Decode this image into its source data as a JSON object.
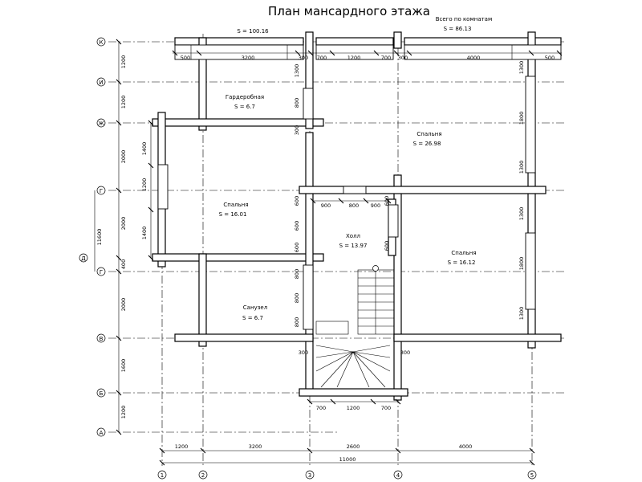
{
  "title": "План мансардного этажа",
  "area_total": "S  =  100.16",
  "area_rooms_label": "Всего по комнатам",
  "area_rooms": "S  =  86.13",
  "rooms": [
    {
      "name": "Гардеробная",
      "area": "S  =  6.7"
    },
    {
      "name": "Спальня",
      "area": "S  =  26.98"
    },
    {
      "name": "Спальня",
      "area": "S  =  16.01"
    },
    {
      "name": "Холл",
      "area": "S  =  13.97"
    },
    {
      "name": "Спальня",
      "area": "S  =  16.12"
    },
    {
      "name": "Санузел",
      "area": "S  =  6.7"
    }
  ],
  "axes_letters": [
    "К",
    "И",
    "Ж",
    "Г",
    "Г",
    "В",
    "Б",
    "А"
  ],
  "axes_numbers": [
    "1",
    "2",
    "3",
    "4",
    "5"
  ],
  "axis_left_label": "Д",
  "dims_top": [
    "500",
    "3200",
    "300",
    "700",
    "1200",
    "700",
    "300",
    "4000",
    "500"
  ],
  "dims_left": [
    "1200",
    "1200",
    "2000",
    "2000",
    "400",
    "2000",
    "1600",
    "1200"
  ],
  "dim_left_total": "11600",
  "dims_left_inner": [
    "1400",
    "1200",
    "1400"
  ],
  "dims_bottom": [
    "1200",
    "3200",
    "2600",
    "4000"
  ],
  "dim_bottom_total": "11000",
  "dims_hall_top": [
    "900",
    "800",
    "900"
  ],
  "dims_stair_bottom": [
    "700",
    "1200",
    "700"
  ],
  "dims_stair_sides": [
    "300",
    "300"
  ],
  "dims_wall_c3": [
    "1300",
    "800",
    "300",
    "600",
    "600",
    "600",
    "800",
    "800",
    "800"
  ],
  "dims_wall_c4": [
    "600",
    "600"
  ],
  "dims_wall_right": [
    "1300",
    "1800",
    "1300",
    "1300",
    "1800",
    "1300"
  ]
}
